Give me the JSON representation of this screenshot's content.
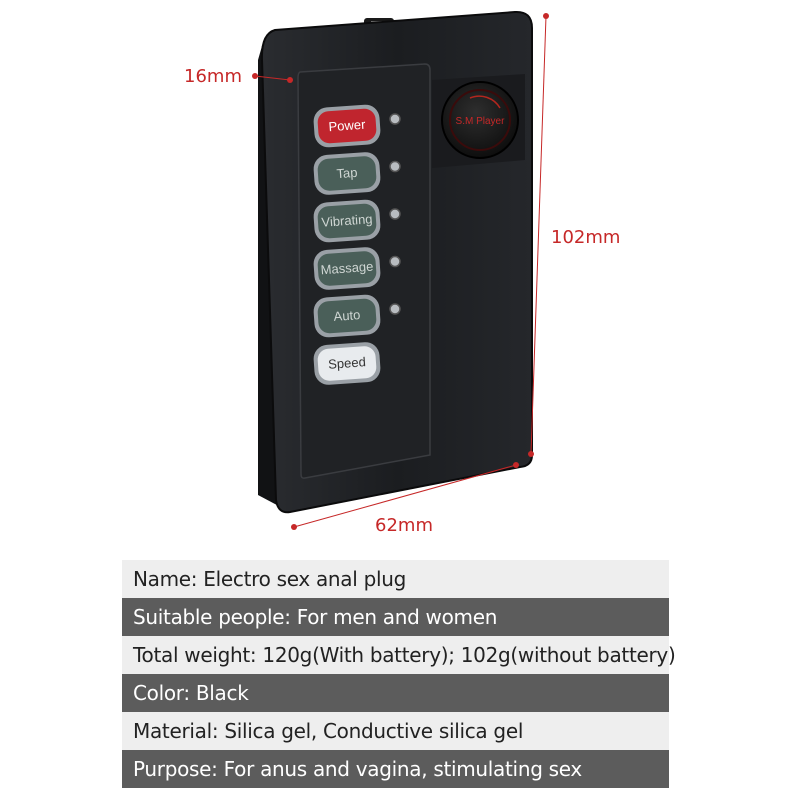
{
  "dimensions": {
    "thickness": "16mm",
    "height": "102mm",
    "width": "62mm"
  },
  "device": {
    "buttons": [
      {
        "label": "Power",
        "color": "#c0252e"
      },
      {
        "label": "Tap",
        "color": "#4a5f59"
      },
      {
        "label": "Vibrating",
        "color": "#4a5f59"
      },
      {
        "label": "Massage",
        "color": "#4a5f59"
      },
      {
        "label": "Auto",
        "color": "#4a5f59"
      },
      {
        "label": "Speed",
        "color": "#e8ebee"
      }
    ],
    "knob_label": "S.M Player"
  },
  "specs": [
    {
      "text": "Name: Electro sex anal plug",
      "style": "light"
    },
    {
      "text": "Suitable people: For men and women",
      "style": "dark"
    },
    {
      "text": "Total weight: 120g(With battery); 102g(without battery)",
      "style": "light"
    },
    {
      "text": "Color: Black",
      "style": "dark"
    },
    {
      "text": "Material: Silica gel, Conductive silica gel",
      "style": "light"
    },
    {
      "text": "Purpose: For anus and vagina, stimulating sex",
      "style": "dark"
    }
  ],
  "colors": {
    "dimension_red": "#c62828",
    "device_body": "#1d1f22",
    "row_dark": "#5c5c5c",
    "row_light": "#eeeeee"
  }
}
